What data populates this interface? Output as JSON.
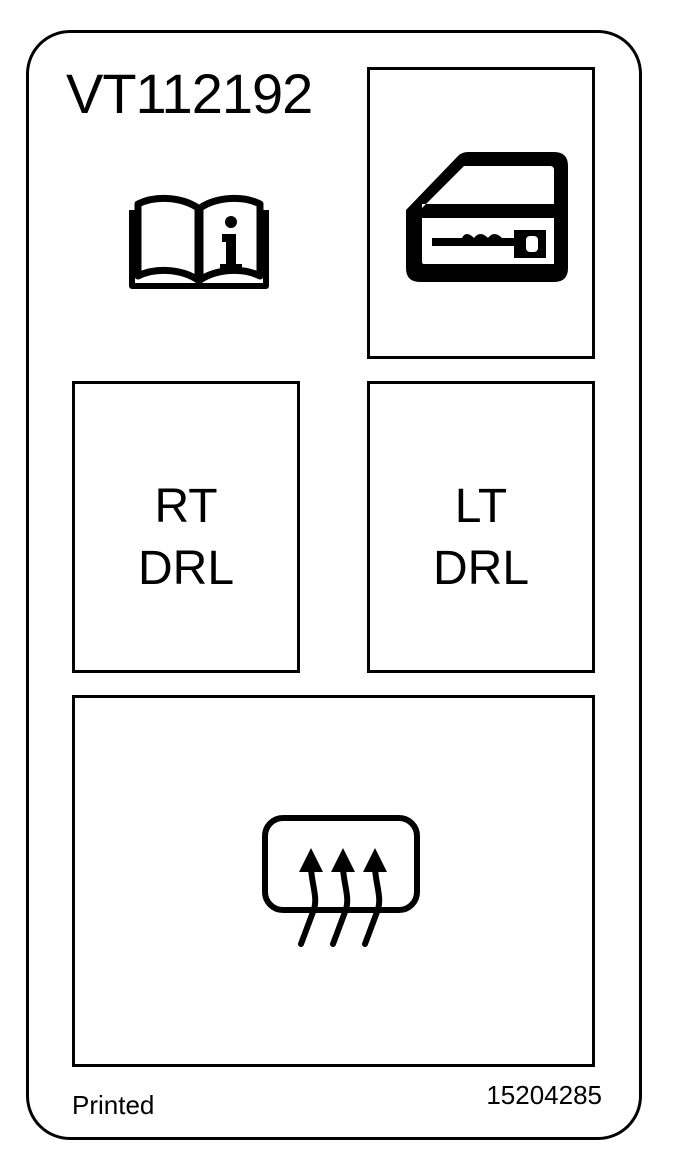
{
  "label": {
    "part_code": "VT112192",
    "icons": {
      "manual": "owner-manual-info-icon",
      "door": "door-lock-icon",
      "defrost": "rear-window-defrost-icon"
    },
    "fuses": [
      {
        "line1": "RT",
        "line2": "DRL"
      },
      {
        "line1": "LT",
        "line2": "DRL"
      }
    ],
    "footer": {
      "left": "Printed",
      "right": "15204285"
    }
  }
}
